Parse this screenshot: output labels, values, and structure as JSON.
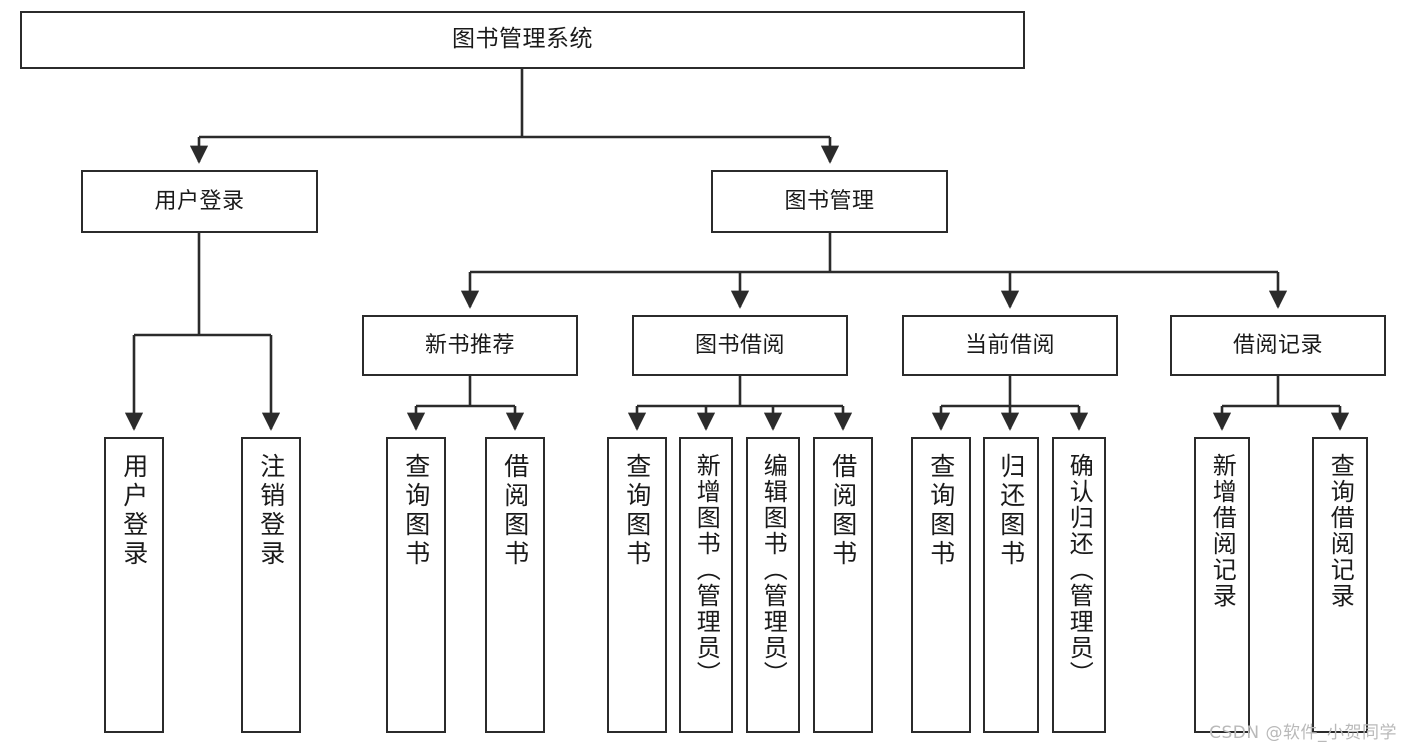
{
  "diagram": {
    "title": "图书管理系统",
    "type": "tree",
    "watermark": "CSDN @软件_小贺同学",
    "line_color": "#2b2b2b",
    "box_fill": "#ffffff",
    "text_color": "#1a1a1a",
    "nodes": {
      "root": {
        "label": "图书管理系统"
      },
      "level2": [
        {
          "label": "用户登录"
        },
        {
          "label": "图书管理"
        }
      ],
      "level3": [
        {
          "label": "新书推荐"
        },
        {
          "label": "图书借阅"
        },
        {
          "label": "当前借阅"
        },
        {
          "label": "借阅记录"
        }
      ],
      "leaves": {
        "user_login": [
          {
            "label": "用户登录"
          },
          {
            "label": "注销登录"
          }
        ],
        "new_book": [
          {
            "label": "查询图书"
          },
          {
            "label": "借阅图书"
          }
        ],
        "borrow_book": [
          {
            "label": "查询图书"
          },
          {
            "label": "新增图书（管理员）"
          },
          {
            "label": "编辑图书（管理员）"
          },
          {
            "label": "借阅图书"
          }
        ],
        "current_borrow": [
          {
            "label": "查询图书"
          },
          {
            "label": "归还图书"
          },
          {
            "label": "确认归还（管理员）"
          }
        ],
        "borrow_record": [
          {
            "label": "新增借阅记录"
          },
          {
            "label": "查询借阅记录"
          }
        ]
      }
    }
  }
}
